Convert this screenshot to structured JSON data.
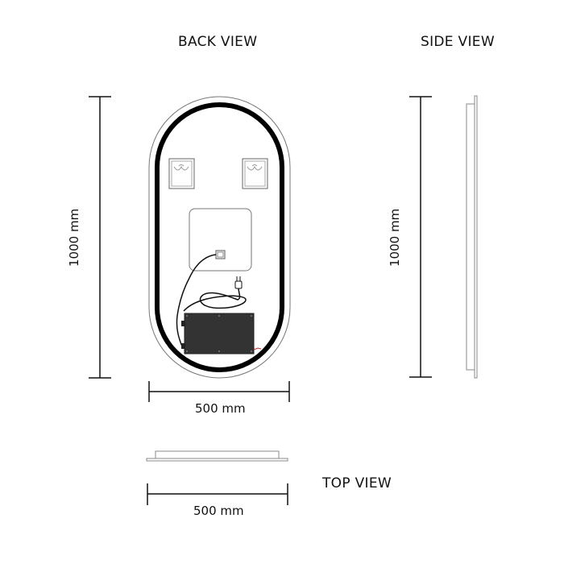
{
  "views": {
    "back": {
      "title": "BACK VIEW",
      "height_label": "1000 mm",
      "width_label": "500 mm"
    },
    "side": {
      "title": "SIDE VIEW",
      "height_label": "1000 mm"
    },
    "top": {
      "title": "TOP VIEW",
      "width_label": "500 mm"
    }
  },
  "colors": {
    "line": "#111111",
    "outline": "#777777",
    "led_strip": "#000000",
    "driver_box": "#333333",
    "wire_red": "#d0282c"
  },
  "components": {
    "mounting_brackets": 2,
    "touch_switch_panel": 1,
    "power_plug": 1,
    "led_driver_box": 1
  }
}
